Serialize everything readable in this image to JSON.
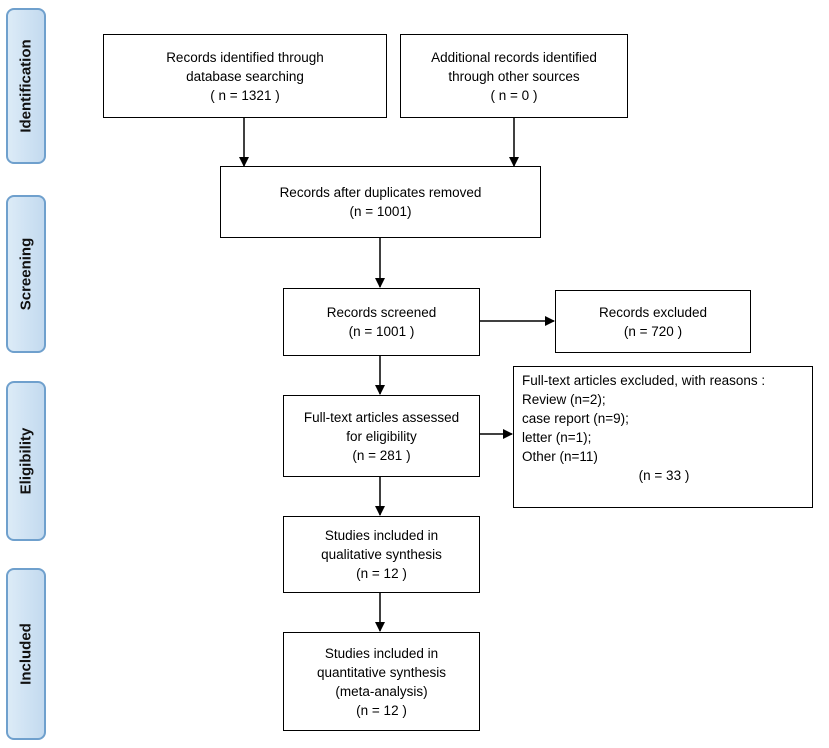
{
  "phases": {
    "identification": "Identification",
    "screening": "Screening",
    "eligibility": "Eligibility",
    "included": "Included"
  },
  "boxes": {
    "database_search": {
      "line1": "Records identified through",
      "line2": "database searching",
      "count": "( n  =  1321 )"
    },
    "other_sources": {
      "line1": "Additional records identified",
      "line2": "through other sources",
      "count": "( n = 0  )"
    },
    "duplicates_removed": {
      "line1": "Records after duplicates removed",
      "count": "(n = 1001)"
    },
    "screened": {
      "line1": "Records screened",
      "count": "(n = 1001 )"
    },
    "excluded": {
      "line1": "Records excluded",
      "count": "(n =  720 )"
    },
    "fulltext_assessed": {
      "line1": "Full-text articles assessed",
      "line2": "for eligibility",
      "count": "(n =  281 )"
    },
    "fulltext_excluded": {
      "heading": "Full-text articles excluded, with reasons :",
      "reasons": [
        "Review (n=2);",
        "case report (n=9);",
        "letter (n=1);",
        "Other (n=11)"
      ],
      "count": "(n =  33 )"
    },
    "qualitative": {
      "line1": "Studies included in",
      "line2": "qualitative synthesis",
      "count": "(n =  12 )"
    },
    "quantitative": {
      "line1": "Studies included in",
      "line2": "quantitative synthesis",
      "line3": "(meta-analysis)",
      "count": "(n = 12 )"
    }
  }
}
